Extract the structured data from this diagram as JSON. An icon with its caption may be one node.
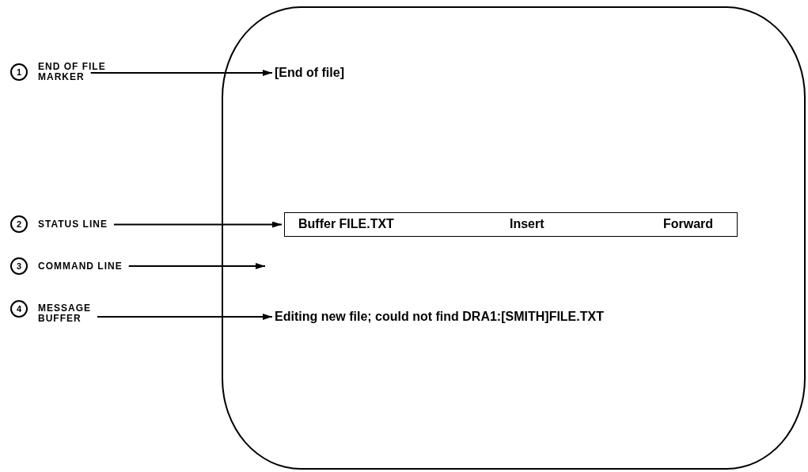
{
  "diagram": {
    "nodes": [
      {
        "text": [
          "1"
        ]
      },
      {
        "text": [
          "END OF FILE MARKER"
        ]
      },
      {
        "text": [
          "2"
        ]
      },
      {
        "text": [
          "STATUS LINE"
        ]
      },
      {
        "text": [
          "3"
        ]
      },
      {
        "text": [
          "COMMAND LINE"
        ]
      },
      {
        "text": [
          "4"
        ]
      },
      {
        "text": [
          "MESSAGE BUFFER"
        ]
      },
      {
        "text": [],
        "shape": "box"
      },
      {
        "text": [
          "[End of file]"
        ],
        "in": 8
      },
      {
        "text": [
          "Buffer FILE.TXT",
          "Insert",
          "Forward"
        ],
        "in": 8
      },
      {
        "text": [
          "Editing new file; could not find DRA1:[SMITH]FILE.TXT"
        ],
        "in": 8
      }
    ],
    "edges": [
      {
        "from": 1,
        "to": 9,
        "arrow": "to"
      },
      {
        "from": 3,
        "to": 10,
        "arrow": "to"
      },
      {
        "from": 5,
        "to": null,
        "arrow": "to"
      },
      {
        "from": 7,
        "to": 11,
        "arrow": "to"
      }
    ]
  }
}
